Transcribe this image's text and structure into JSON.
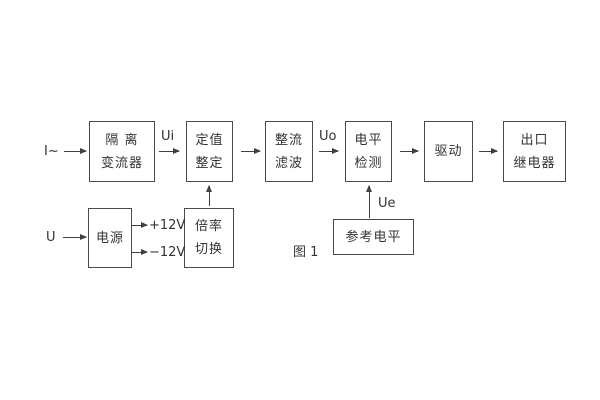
{
  "figure": {
    "caption": "图 1"
  },
  "blocks": {
    "isolation": {
      "line1": "隔 离",
      "line2": "变流器"
    },
    "setting": {
      "line1": "定值",
      "line2": "整定"
    },
    "rectify": {
      "line1": "整流",
      "line2": "滤波"
    },
    "level": {
      "line1": "电平",
      "line2": "检测"
    },
    "drive": {
      "line1": "驱动"
    },
    "output": {
      "line1": "出口",
      "line2": "继电器"
    },
    "power": {
      "line1": "电源"
    },
    "ratio": {
      "line1": "倍率",
      "line2": "切换"
    },
    "reference": {
      "line1": "参考电平"
    }
  },
  "signals": {
    "input_current": "I~",
    "input_voltage": "U",
    "ui": "Ui",
    "uo": "Uo",
    "ue": "Ue",
    "plus12v": "+12V",
    "minus12v": "−12V"
  },
  "colors": {
    "background": "#ffffff",
    "line": "#3f3f3f",
    "border": "#4a4a4a",
    "text": "#333333"
  }
}
